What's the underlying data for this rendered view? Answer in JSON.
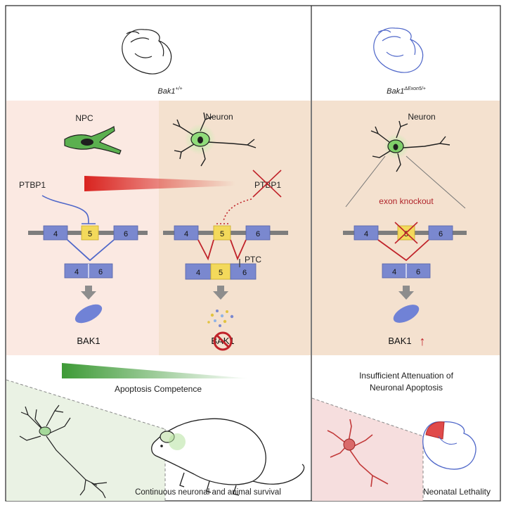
{
  "left_panel": {
    "genotype_base": "Bak1",
    "genotype_sup": "+/+",
    "npc_label": "NPC",
    "neuron_label": "Neuron",
    "ptbp1_label": "PTBP1",
    "ptbp1_crossed_label": "PTBP1",
    "exon_4": "4",
    "exon_5": "5",
    "exon_6": "6",
    "ptc_label": "PTC",
    "bak1_label": "BAK1",
    "bak1_degraded_label": "BAK1",
    "gradient_label": "Apoptosis Competence",
    "survival_label": "Continuous neuronal and animal survival"
  },
  "right_panel": {
    "genotype_base": "Bak1",
    "genotype_sup": "ΔExon5/+",
    "neuron_label": "Neuron",
    "knockout_label": "exon knockout",
    "exon_4": "4",
    "exon_5": "5",
    "exon_6": "6",
    "bak1_label": "BAK1",
    "up_arrow": "↑",
    "attenuation_line1": "Insufficient Attenuation of",
    "attenuation_line2": "Neuronal Apoptosis",
    "lethality_label": "Neonatal Lethality"
  },
  "colors": {
    "npc_bg": "#fbe9e2",
    "neuron_bg": "#f4e1cf",
    "exon_blue": "#7a88cf",
    "exon_yellow": "#f3d95b",
    "splice_blue": "#4f67c9",
    "splice_red": "#c0232a",
    "ptbp1_red": "#d9231f",
    "arrow_grey": "#8d8d8d",
    "apoptosis_green": "#3d9a36",
    "neuron_green": "#55b54a",
    "lethality_red": "#c23a3a"
  }
}
